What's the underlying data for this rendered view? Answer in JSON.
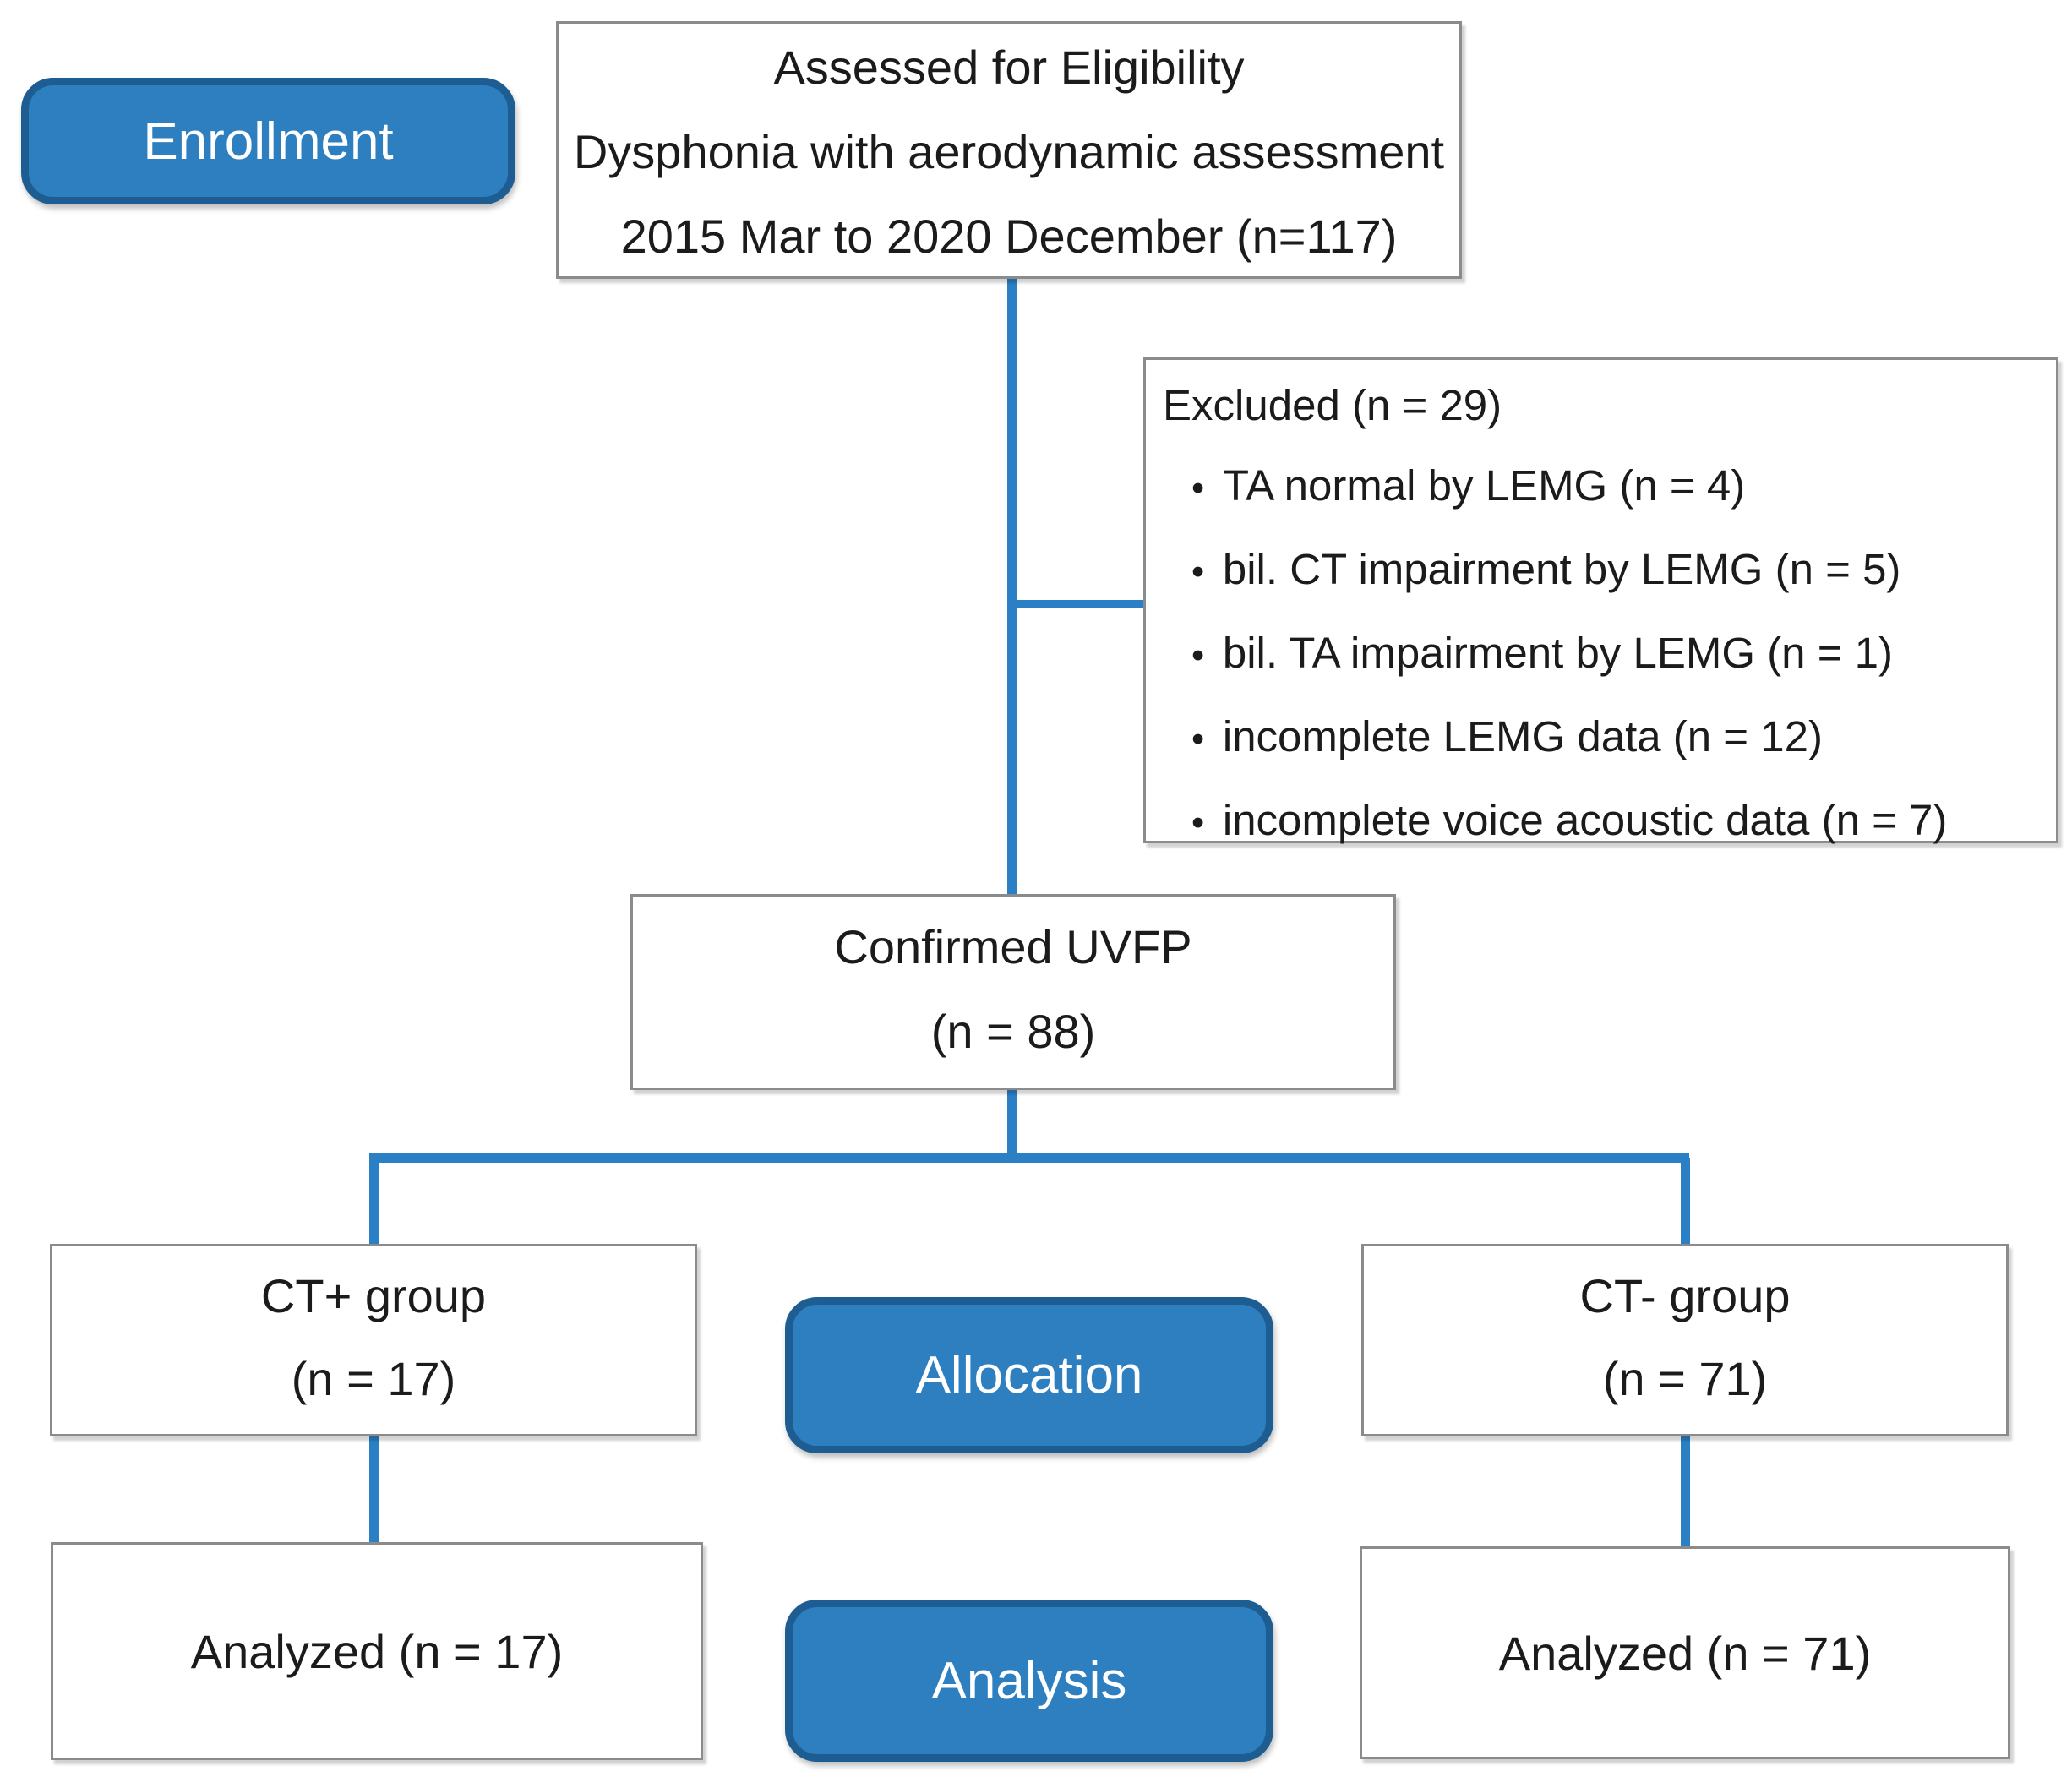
{
  "colors": {
    "badge_fill": "#2e7fc0",
    "badge_border": "#1d5d92",
    "connector_blue": "#2b7fc4",
    "box_border_gray": "#8b8b8b",
    "text": "#1b1b1b"
  },
  "stages": {
    "enrollment": "Enrollment",
    "allocation": "Allocation",
    "analysis": "Analysis"
  },
  "boxes": {
    "assessed": {
      "lines": [
        "Assessed for Eligibility",
        "Dysphonia with aerodynamic assessment",
        "2015 Mar to 2020 December (n=117)"
      ]
    },
    "excluded": {
      "title": "Excluded (n = 29)",
      "items": [
        "TA normal by LEMG (n = 4)",
        "bil. CT impairment by LEMG (n = 5)",
        "bil. TA impairment by LEMG (n = 1)",
        "incomplete LEMG data (n = 12)",
        "incomplete voice acoustic data (n = 7)"
      ]
    },
    "confirmed": {
      "lines": [
        "Confirmed UVFP",
        "(n = 88)"
      ]
    },
    "ct_plus": {
      "lines": [
        "CT+ group",
        "(n = 17)"
      ]
    },
    "ct_minus": {
      "lines": [
        "CT- group",
        "(n = 71)"
      ]
    },
    "analyzed_ct_plus": {
      "label": "Analyzed (n = 17)"
    },
    "analyzed_ct_minus": {
      "label": "Analyzed (n = 71)"
    }
  }
}
